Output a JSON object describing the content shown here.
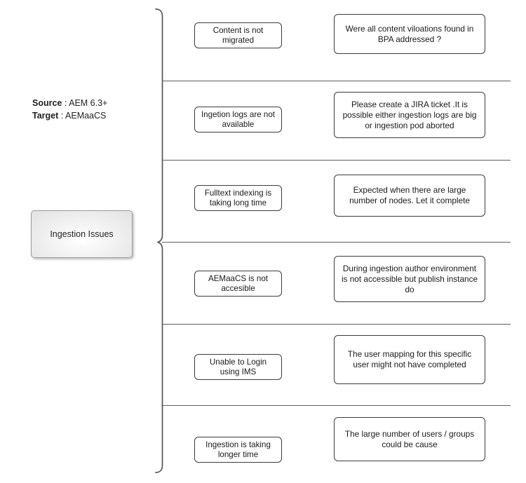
{
  "diagram": {
    "title": "Ingestion Issues",
    "meta": [
      {
        "key": "Source",
        "sep": " : ",
        "value": "AEM 6.3+"
      },
      {
        "key": "Target",
        "sep": " : ",
        "value": "AEMaaCS"
      }
    ],
    "root": {
      "label": "Ingestion Issues"
    },
    "rows": [
      {
        "issue": "Content is not migrated",
        "answer": "Were all content viloations found in BPA addressed ?"
      },
      {
        "issue": "Ingetion logs are not available",
        "answer": "Please create a JIRA ticket .It is possible either ingestion logs are big or ingestion pod aborted"
      },
      {
        "issue": "Fulltext  indexing is taking long time",
        "answer": "Expected when there are large number of nodes. Let it complete"
      },
      {
        "issue": "AEMaaCS is not accesible",
        "answer": "During ingestion author environment is not accessible but publish instance do"
      },
      {
        "issue": "Unable to Login using IMS",
        "answer": "The user mapping for this specific user might not have completed"
      },
      {
        "issue": "Ingestion is taking longer time",
        "answer": "The large number of users / groups could be cause"
      }
    ],
    "colors": {
      "background": "#ffffff",
      "node_border": "#3c3c3c",
      "divider": "#5e5e5e",
      "bracket": "#555555",
      "root_border": "#9a9a9a",
      "text": "#1a1a1a"
    }
  }
}
